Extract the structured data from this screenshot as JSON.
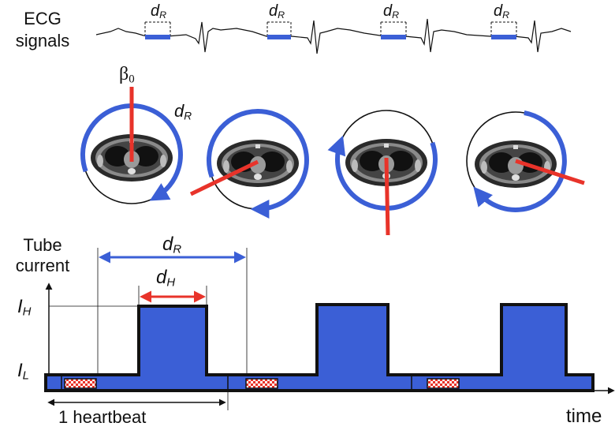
{
  "ecg": {
    "label_line1": "ECG",
    "label_line2": "signals",
    "window_label": "d",
    "window_sub": "R"
  },
  "rotation": {
    "start_angle_symbol": "β",
    "start_angle_sub": "0",
    "duration_label": "d",
    "duration_sub": "R"
  },
  "tube": {
    "ylabel_line1": "Tube",
    "ylabel_line2": "current",
    "high_level": "I",
    "high_sub": "H",
    "low_level": "I",
    "low_sub": "L",
    "xlabel": "time",
    "heartbeat_label": "1 heartbeat",
    "rotation_window_label": "d",
    "rotation_window_sub": "R",
    "high_window_label": "d",
    "high_window_sub": "H"
  },
  "colors": {
    "rotation_arc": "#3b5fd6",
    "start_angle_ray": "#e8332a",
    "pulse_fill": "#3b5fd6",
    "pulse_outline": "#111111",
    "checker": "#e8332a",
    "dr_arrow": "#3b5fd6",
    "dh_arrow": "#e8332a",
    "ecg_window": "#3b5fd6"
  }
}
